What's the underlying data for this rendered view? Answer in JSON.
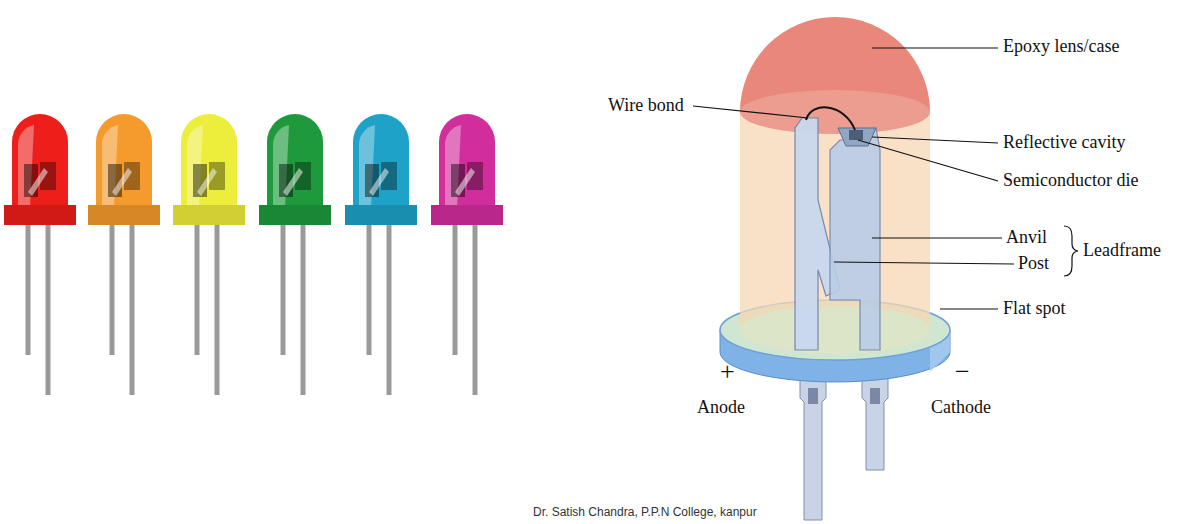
{
  "diagram": {
    "labels": [
      "Wire bond",
      "Epoxy lens/case",
      "Reflective cavity",
      "Semiconductor die",
      "Anvil",
      "Post",
      "Leadframe",
      "Flat spot",
      "+",
      "Anode",
      "−",
      "Cathode",
      "Dr. Satish Chandra, P.P.N College, kanpur"
    ]
  }
}
